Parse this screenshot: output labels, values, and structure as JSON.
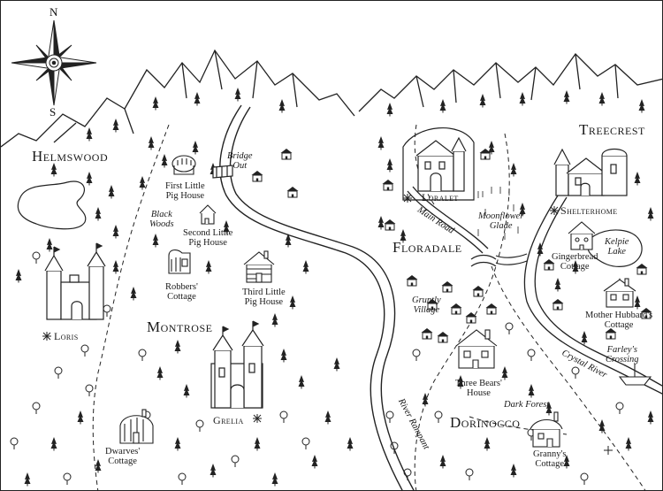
{
  "compass": {
    "north": "N",
    "south": "S",
    "icon": "compass-rose-icon"
  },
  "regions": {
    "helmswood": "Helmswood",
    "montrose": "Montrose",
    "floradale": "Floradale",
    "treecrest": "Treecrest",
    "dorinocco": "Dorinocco"
  },
  "towns": {
    "loris": "Loris",
    "grelia": "Grelia",
    "loralet": "Loralet",
    "shelterhome": "Shelterhome"
  },
  "places": {
    "first_pig": "First Little\nPig House",
    "second_pig": "Second Little\nPig House",
    "third_pig": "Third Little\nPig House",
    "robbers": "Robbers'\nCottage",
    "dwarves": "Dwarves'\nCottage",
    "gingerbread": "Gingerbread\nCottage",
    "mother_hubbard": "Mother Hubbard's\nCottage",
    "three_bears": "Three Bears'\nHouse",
    "granny": "Granny's\nCottage"
  },
  "features": {
    "bridge_out": "Bridge\nOut",
    "black_woods": "Black\nWoods",
    "moonflower": "Moonflower\nGlade",
    "kelpie": "Kelpie\nLake",
    "gruntly": "Gruntly\nVillage",
    "dark_forest": "Dark Forest",
    "farleys": "Farley's\nCrossing"
  },
  "roads": {
    "main_road": "Main Road",
    "river_rampant": "River Rampant",
    "crystal_river": "Crystal River"
  }
}
